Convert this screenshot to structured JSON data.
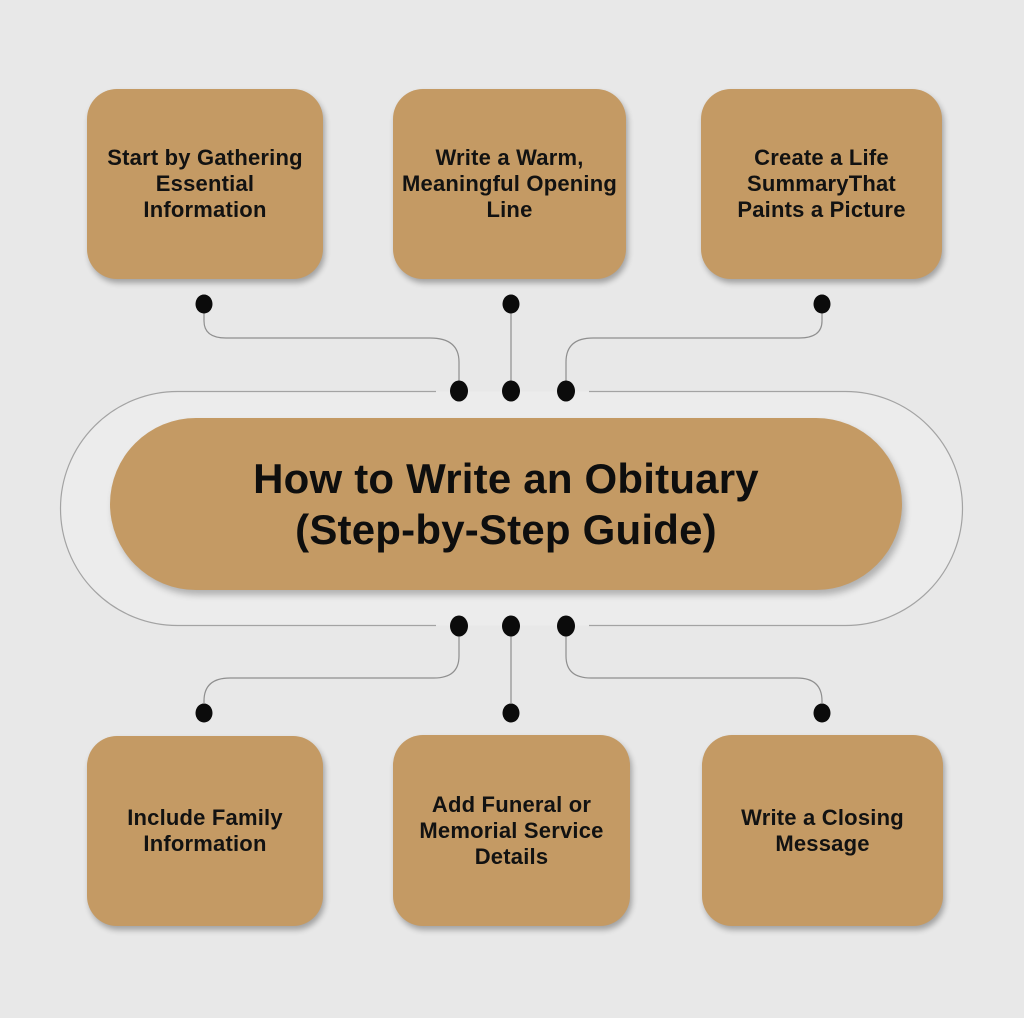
{
  "title": {
    "text": "How to Write an Obituary\n(Step-by-Step Guide)"
  },
  "nodes": {
    "top": [
      {
        "label": "Start by Gathering\nEssential\nInformation"
      },
      {
        "label": "Write a Warm,\nMeaningful Opening\nLine"
      },
      {
        "label": "Create a Life\nSummaryThat\nPaints a Picture"
      }
    ],
    "bottom": [
      {
        "label": "Include Family\nInformation"
      },
      {
        "label": "Add Funeral or\nMemorial Service\nDetails"
      },
      {
        "label": "Write a Closing\nMessage"
      }
    ]
  },
  "colors": {
    "background": "#e8e8e8",
    "node_fill": "#c49a64",
    "ring_fill": "#ececec",
    "ring_outline": "#a3a3a3",
    "connector_line": "#8f8f8f",
    "dot": "#0b0b0b",
    "text": "#121212"
  }
}
